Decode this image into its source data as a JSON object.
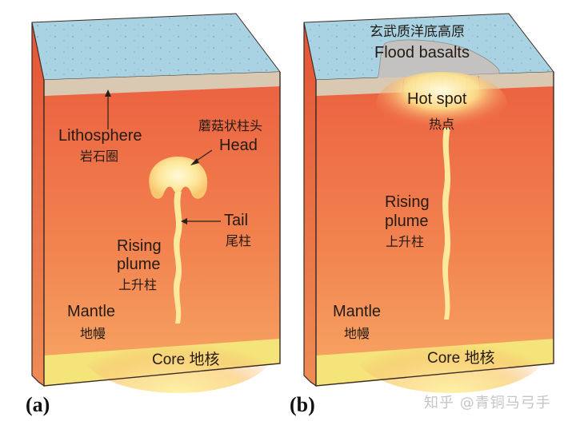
{
  "figure": {
    "panels": [
      {
        "tag": "(a)",
        "labels": {
          "lithosphere_en": "Lithosphere",
          "lithosphere_zh": "岩石圈",
          "head_zh": "蘑菇状柱头",
          "head_en": "Head",
          "tail_en": "Tail",
          "tail_zh": "尾柱",
          "rising_en_1": "Rising",
          "rising_en_2": "plume",
          "rising_zh": "上升柱",
          "mantle_en": "Mantle",
          "mantle_zh": "地幔",
          "core": "Core 地核"
        }
      },
      {
        "tag": "(b)",
        "labels": {
          "flood_zh": "玄武质洋底高原",
          "flood_en": "Flood basalts",
          "hotspot_en": "Hot spot",
          "hotspot_zh": "热点",
          "rising_en_1": "Rising",
          "rising_en_2": "plume",
          "rising_zh": "上升柱",
          "mantle_en": "Mantle",
          "mantle_zh": "地幔",
          "core": "Core 地核"
        }
      }
    ],
    "watermark": "知乎 @青铜马弓手",
    "colors": {
      "ocean_surface": "#a9d3e3",
      "lithosphere_band": "#d9c9b3",
      "mantle_top": "#ee6a44",
      "mantle_bottom": "#f6a162",
      "core": "#f5e47a",
      "plume": "#fdf0a8",
      "side_face": "#e8593a",
      "outline": "#3a2a22"
    }
  }
}
